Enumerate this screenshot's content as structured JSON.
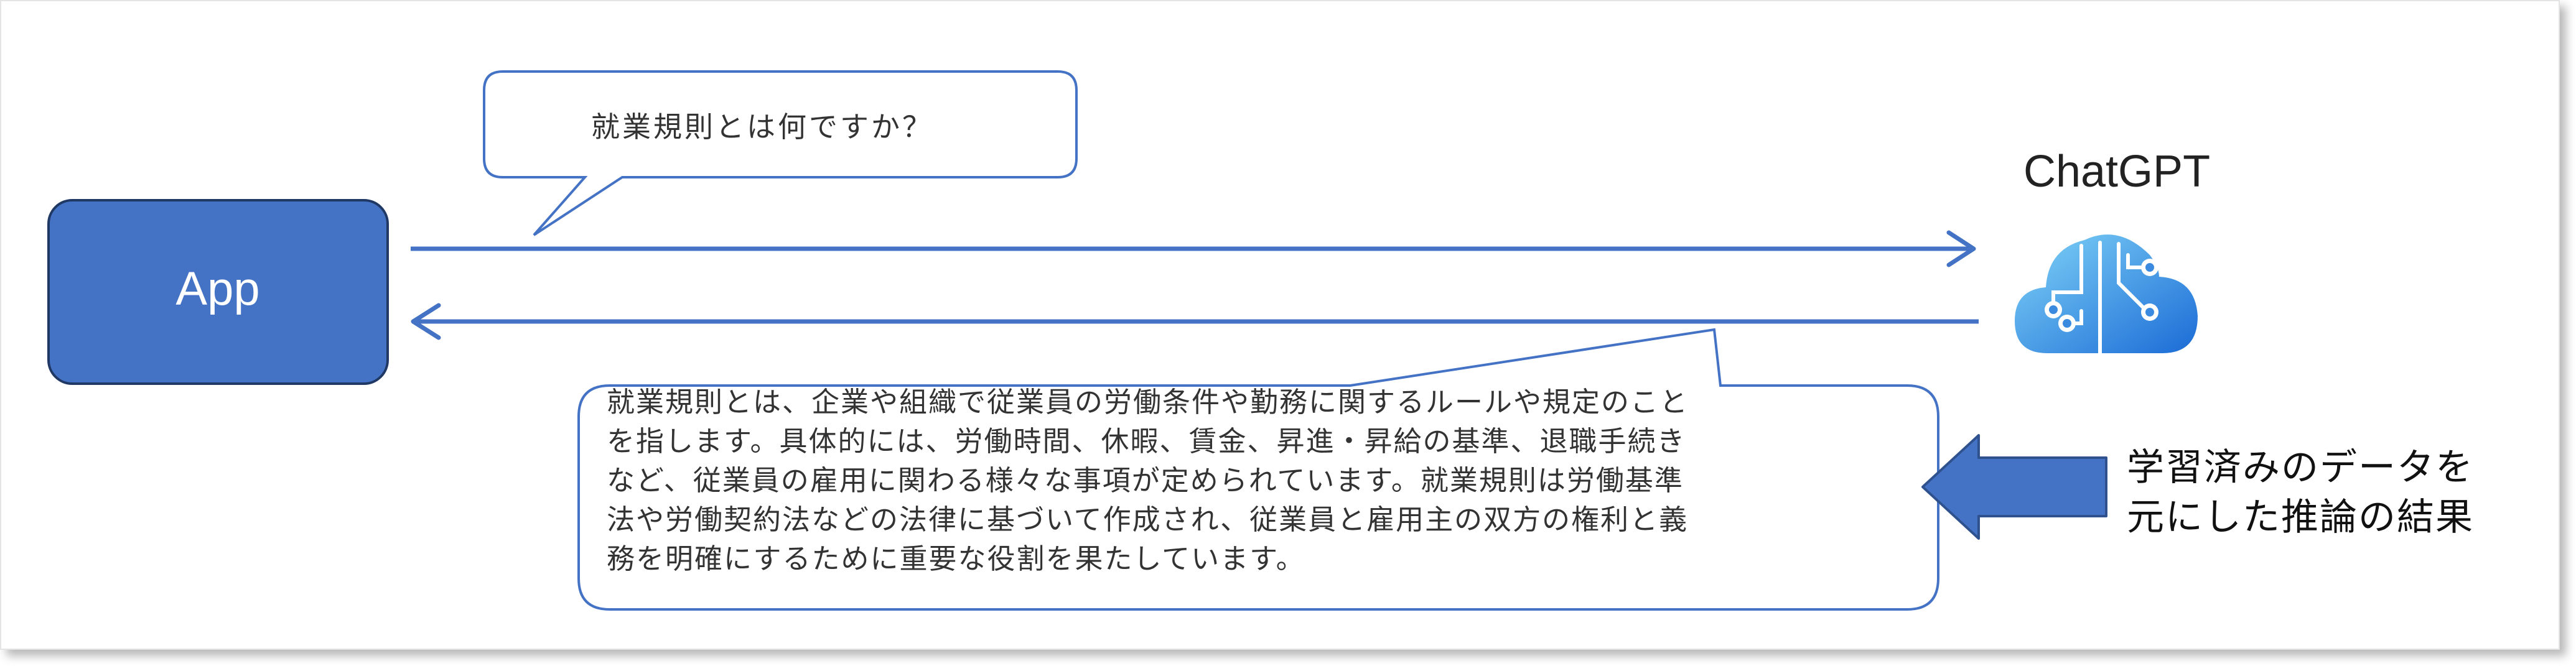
{
  "app": {
    "label": "App"
  },
  "chatgpt": {
    "label": "ChatGPT",
    "icon": "cloud-circuit-icon"
  },
  "question": {
    "text": "就業規則とは何ですか？"
  },
  "answer": {
    "lines": [
      "就業規則とは、企業や組織で従業員の労働条件や勤務に関するルールや規定のこと",
      "を指します。具体的には、労働時間、休暇、賃金、昇進・昇給の基準、退職手続き",
      "など、従業員の雇用に関わる様々な事項が定められています。就業規則は労働基準",
      "法や労働契約法などの法律に基づいて作成され、従業員と雇用主の双方の権利と義",
      "務を明確にするために重要な役割を果たしています。"
    ]
  },
  "result_note": {
    "lines": [
      "学習済みのデータを",
      "元にした推論の結果"
    ]
  },
  "colors": {
    "app_fill": "#4472c4",
    "app_border": "#1f3864",
    "arrow": "#4472c4",
    "callout_border": "#4472c4",
    "big_arrow_fill": "#4472c4",
    "cloud_gradient_start": "#7ad0f5",
    "cloud_gradient_end": "#1e6fd9"
  }
}
